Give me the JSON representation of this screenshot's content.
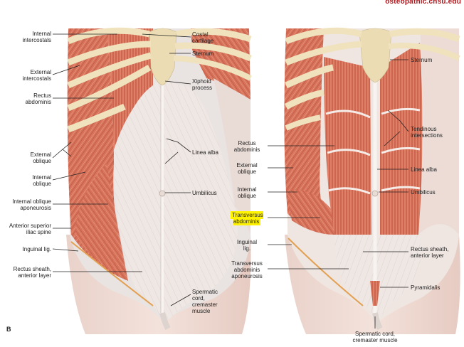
{
  "watermark": "osteopathic.cnsu.edu",
  "panel_letter": "B",
  "left_panel": {
    "labels": {
      "internal_intercostals": "Internal\nintercostals",
      "external_intercostals": "External\nintercostals",
      "rectus_abdominis": "Rectus\nabdominis",
      "external_oblique": "External\noblique",
      "internal_oblique": "Internal\noblique",
      "internal_oblique_aponeurosis": "Internal oblique\naponeurosis",
      "asis": "Anterior superior\niliac spine",
      "inguinal_lig": "Inguinal lig.",
      "rectus_sheath": "Rectus sheath,\nanterior layer",
      "costal_cartilage": "Costal\ncartilage",
      "sternum": "Sternum",
      "xiphoid": "Xiphoid\nprocess",
      "linea_alba": "Linea alba",
      "umbilicus": "Umbilicus",
      "spermatic_cord": "Spermatic\ncord,\ncremaster\nmuscle"
    }
  },
  "right_panel": {
    "labels": {
      "sternum": "Sternum",
      "tendinous": "Tendinous\nintersections",
      "rectus_abdominis": "Rectus\nabdominis",
      "external_oblique": "External\noblique",
      "linea_alba": "Linea alba",
      "internal_oblique": "Internal\noblique",
      "umbilicus": "Umbilicus",
      "transversus": "Transversus\nabdominis",
      "inguinal_lig": "Inguinal\nlig.",
      "rectus_sheath": "Rectus sheath,\nanterior layer",
      "transversus_apo": "Transversus\nabdominis\naponeurosis",
      "pyramidalis": "Pyramidalis",
      "spermatic_cord": "Spermatic cord,\ncremaster muscle"
    }
  },
  "colors": {
    "muscle": "#d9735c",
    "muscle_dark": "#b9503c",
    "rib": "#efe2bd",
    "aponeurosis": "#efe6e1",
    "skin": "#e8cfc7",
    "highlight": "#fff200"
  }
}
